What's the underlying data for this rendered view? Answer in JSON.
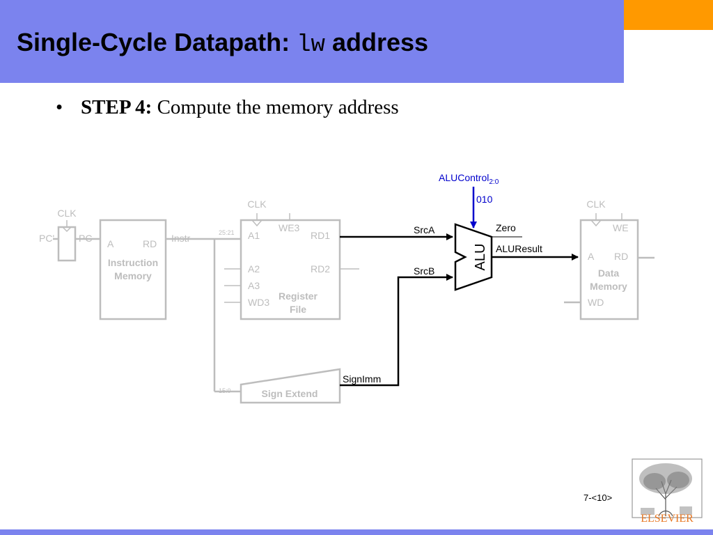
{
  "slide": {
    "title_prefix": "Single-Cycle Datapath:",
    "title_code": "lw",
    "title_suffix": "address",
    "bullet_marker": "•",
    "bullet_bold": "STEP 4:",
    "bullet_text": "Compute the memory address",
    "page_number": "7-<10>",
    "publisher": "ELSEVIER"
  },
  "diagram": {
    "clk_pc": "CLK",
    "clk_reg": "CLK",
    "clk_mem": "CLK",
    "pc_prime": "PC'",
    "pc": "PC",
    "instr": "Instr",
    "imem_a": "A",
    "imem_rd": "RD",
    "imem_title_1": "Instruction",
    "imem_title_2": "Memory",
    "bits_25_21": "25:21",
    "bits_15_0": "15:0",
    "rf_we3": "WE3",
    "rf_a1": "A1",
    "rf_a2": "A2",
    "rf_a3": "A3",
    "rf_wd3": "WD3",
    "rf_rd1": "RD1",
    "rf_rd2": "RD2",
    "rf_title_1": "Register",
    "rf_title_2": "File",
    "sign_extend": "Sign Extend",
    "signimm": "SignImm",
    "srca": "SrcA",
    "srcb": "SrcB",
    "alu": "ALU",
    "alucontrol": "ALUControl",
    "alucontrol_sub": "2:0",
    "alucontrol_value": "010",
    "zero": "Zero",
    "aluresult": "ALUResult",
    "dm_we": "WE",
    "dm_a": "A",
    "dm_rd": "RD",
    "dm_wd": "WD",
    "dm_title_1": "Data",
    "dm_title_2": "Memory"
  },
  "colors": {
    "header": "#7b83ee",
    "accent": "#ff9900",
    "inactive": "#bdbdbd",
    "active": "#000000",
    "control": "#0000cc"
  }
}
